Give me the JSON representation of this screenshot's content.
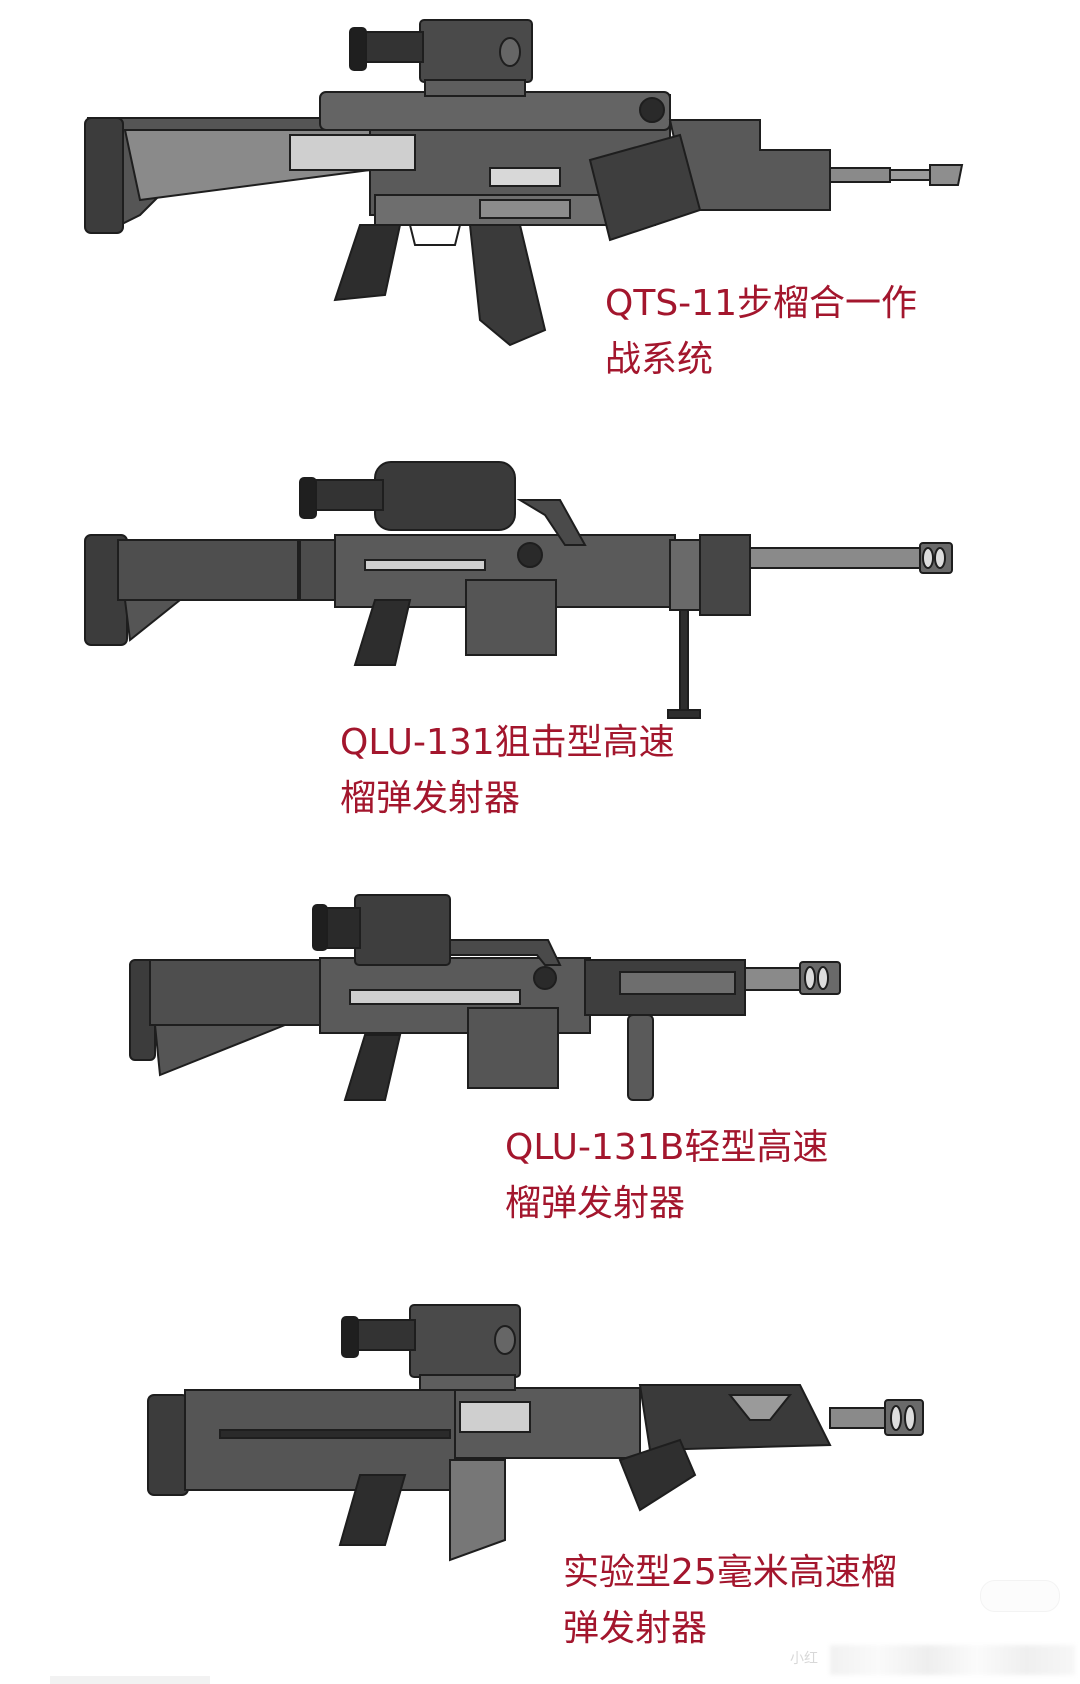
{
  "page": {
    "background": "#ffffff",
    "label_color": "#a3162d"
  },
  "weapons": [
    {
      "name": "QTS-11",
      "label_line1": "QTS-11步榴合一作",
      "label_line2": "战系统"
    },
    {
      "name": "QLU-131",
      "label_line1": "QLU-131狙击型高速",
      "label_line2": "榴弹发射器"
    },
    {
      "name": "QLU-131B",
      "label_line1": "QLU-131B轻型高速",
      "label_line2": "榴弹发射器"
    },
    {
      "name": "Experimental 25mm",
      "label_line1": "实验型25毫米高速榴",
      "label_line2": "弹发射器"
    }
  ],
  "watermark": {
    "text": "小红"
  }
}
